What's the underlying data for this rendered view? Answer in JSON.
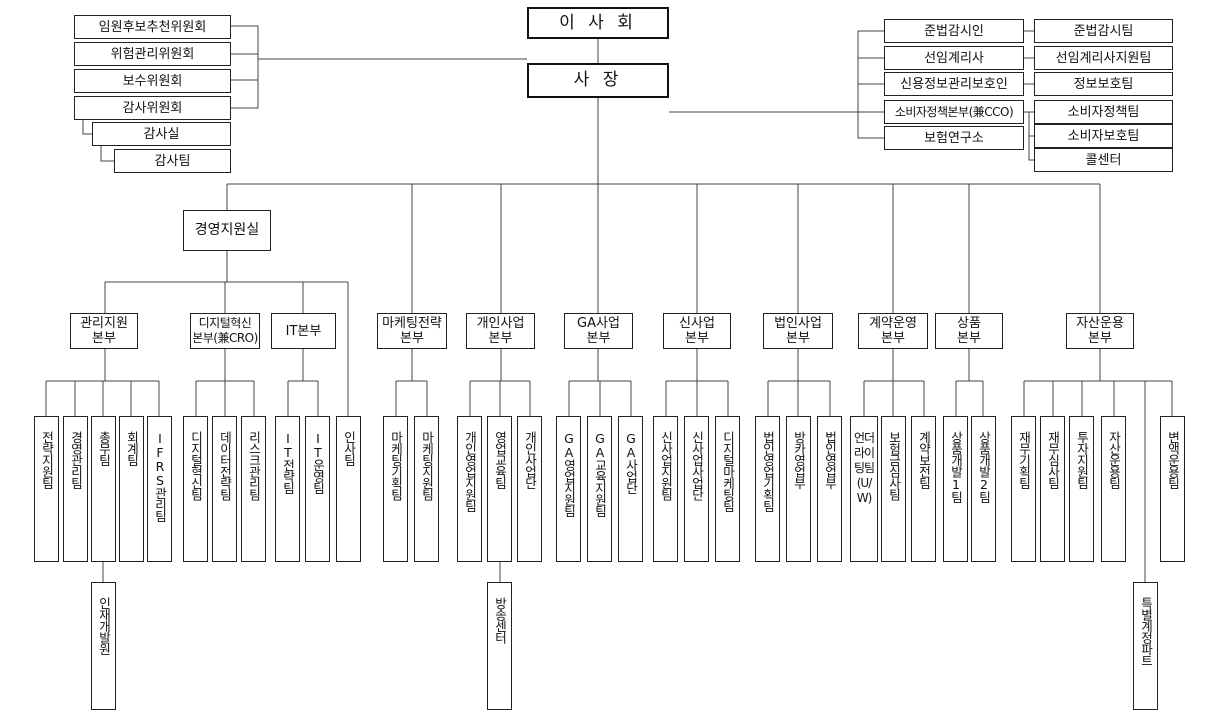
{
  "top": {
    "board": "이 사 회",
    "ceo": "사  장",
    "mgmt_support": "경영지원실"
  },
  "board_committees": [
    "임원후보추천위원회",
    "위험관리위원회",
    "보수위원회",
    "감사위원회"
  ],
  "audit": {
    "office": "감사실",
    "team": "감사팀"
  },
  "right_units": [
    "준법감시인",
    "선임계리사",
    "신용정보관리보호인",
    "소비자정책본부(兼CCO)",
    "보험연구소"
  ],
  "right_teams": [
    "준법감시팀",
    "선임계리사지원팀",
    "정보보호팀",
    "소비자정책팀",
    "소비자보호팀",
    "콜센터"
  ],
  "divisions": [
    "관리지원\n본부",
    "디지털혁신\n본부(兼CRO)",
    "IT본부",
    "마케팅전략\n본부",
    "개인사업\n본부",
    "GA사업\n본부",
    "신사업\n본부",
    "법인사업\n본부",
    "계약운영\n본부",
    "상품\n본부",
    "자산운용\n본부"
  ],
  "teams": [
    "전략지원팀",
    "경영관리팀",
    "총무팀",
    "회계팀",
    "IFRS관리팀",
    "디지털혁신팀",
    "데이터전략팀",
    "리스크관리팀",
    "IT전략팀",
    "IT운영팀",
    "인사팀",
    "마케팅기획팀",
    "마케팅지원팀",
    "개인영업지원팀",
    "영업교육팀",
    "개인사업단",
    "GA영업지원팀",
    "GA교육지원팀",
    "GA사업단",
    "신사업지원팀",
    "신사업사업단",
    "디지털마케팅팀",
    "법인영업기획팀",
    "방카영업부",
    "법인영업부",
    "언더라이팅팀\n(U/W)",
    "보험금심사팀",
    "계약보전팀",
    "상품개발1팀",
    "상품개발2팀",
    "재무기획팀",
    "재무심사팀",
    "투자지원팀",
    "자산운용팀",
    "변액운용팀"
  ],
  "sub_teams": [
    "인재개발원",
    "방송센터",
    "특별계정파트"
  ]
}
